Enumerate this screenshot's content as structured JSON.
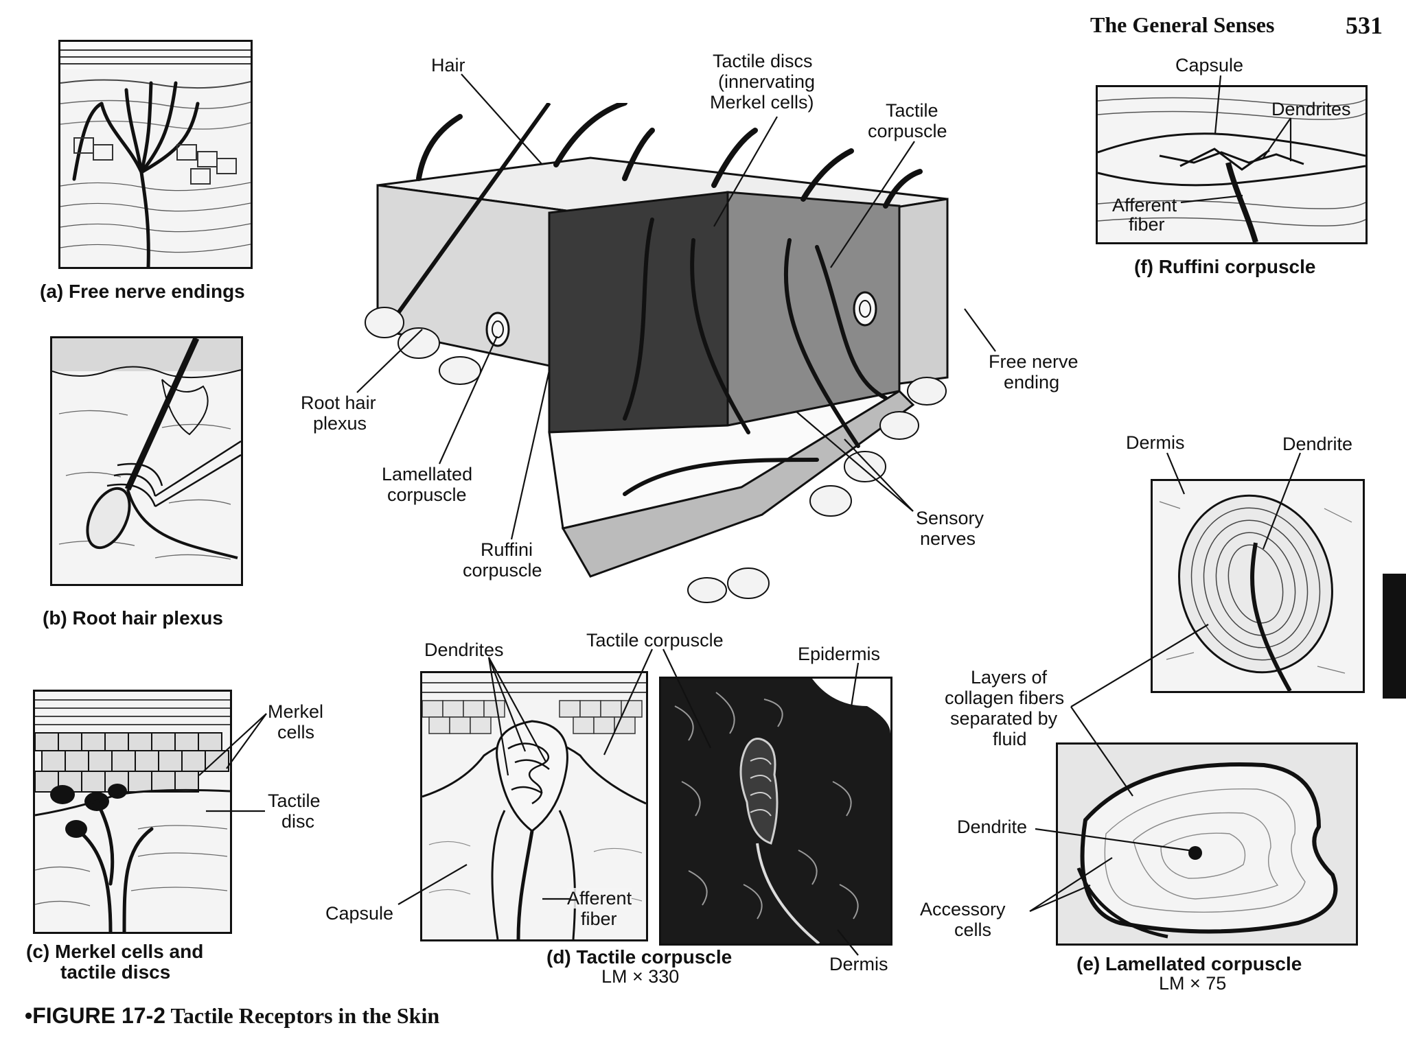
{
  "header": {
    "section_title": "The General Senses",
    "page_number": "531"
  },
  "figure": {
    "number": "•FIGURE 17-2",
    "title": "Tactile Receptors in the Skin"
  },
  "main_labels": {
    "hair": "Hair",
    "tactile_discs": [
      "Tactile discs",
      "(innervating",
      "Merkel cells)"
    ],
    "tactile_corpuscle": [
      "Tactile",
      "corpuscle"
    ],
    "free_nerve_ending": [
      "Free nerve",
      "ending"
    ],
    "root_hair_plexus": [
      "Root hair",
      "plexus"
    ],
    "lamellated_corpuscle": [
      "Lamellated",
      "corpuscle"
    ],
    "ruffini_corpuscle": [
      "Ruffini",
      "corpuscle"
    ],
    "sensory_nerves": [
      "Sensory",
      "nerves"
    ]
  },
  "panel_a": {
    "caption": "(a) Free nerve endings"
  },
  "panel_b": {
    "caption": "(b) Root hair plexus"
  },
  "panel_c": {
    "caption": [
      "(c) Merkel cells and",
      "tactile discs"
    ],
    "merkel_cells": [
      "Merkel",
      "cells"
    ],
    "tactile_disc": [
      "Tactile",
      "disc"
    ]
  },
  "panel_d": {
    "caption": "(d) Tactile corpuscle",
    "magnification": "LM × 330",
    "dendrites": "Dendrites",
    "tactile_corpuscle": "Tactile corpuscle",
    "epidermis": "Epidermis",
    "capsule": "Capsule",
    "afferent_fiber": [
      "Afferent",
      "fiber"
    ],
    "dermis": "Dermis"
  },
  "panel_e": {
    "caption": "(e) Lamellated corpuscle",
    "magnification": "LM × 75",
    "dermis": "Dermis",
    "dendrite_top": "Dendrite",
    "layers": [
      "Layers of",
      "collagen fibers",
      "separated by",
      "fluid"
    ],
    "dendrite": "Dendrite",
    "accessory_cells": [
      "Accessory",
      "cells"
    ]
  },
  "panel_f": {
    "caption": "(f) Ruffini corpuscle",
    "capsule": "Capsule",
    "dendrites": "Dendrites",
    "afferent_fiber": [
      "Afferent",
      "fiber"
    ]
  }
}
